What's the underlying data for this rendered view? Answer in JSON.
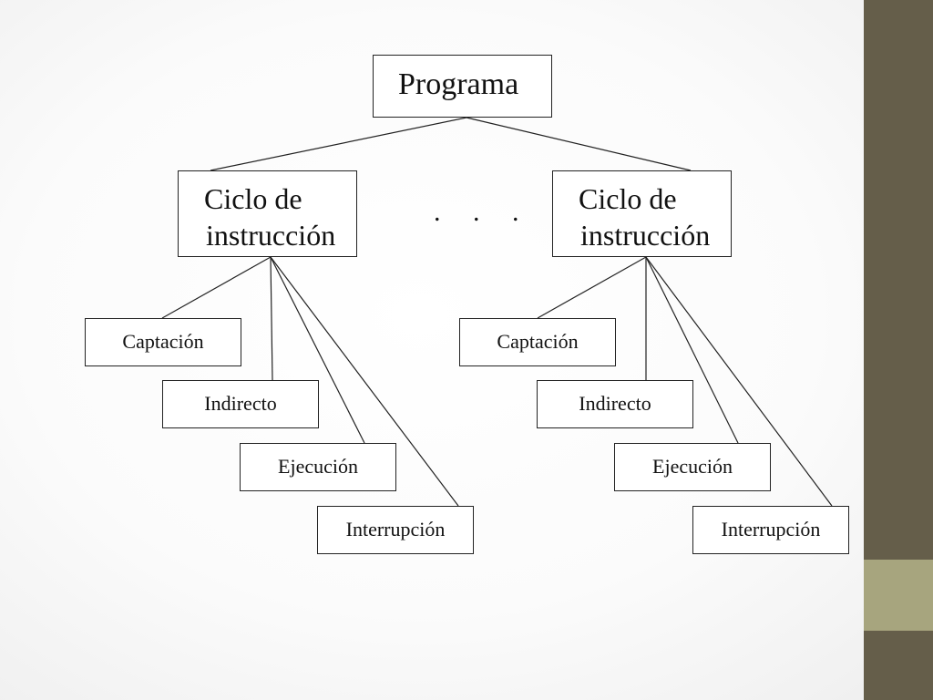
{
  "diagram": {
    "root": {
      "label": "Programa"
    },
    "ellipsis": ". . .",
    "cycles": [
      {
        "label_line1": "Ciclo de",
        "label_line2": "instrucción",
        "phases": [
          "Captación",
          "Indirecto",
          "Ejecución",
          "Interrupción"
        ]
      },
      {
        "label_line1": "Ciclo de",
        "label_line2": "instrucción",
        "phases": [
          "Captación",
          "Indirecto",
          "Ejecución",
          "Interrupción"
        ]
      }
    ]
  },
  "colors": {
    "sidebar": "#655e4a",
    "sidebar_accent": "#a7a57e",
    "box_border": "#222222"
  }
}
